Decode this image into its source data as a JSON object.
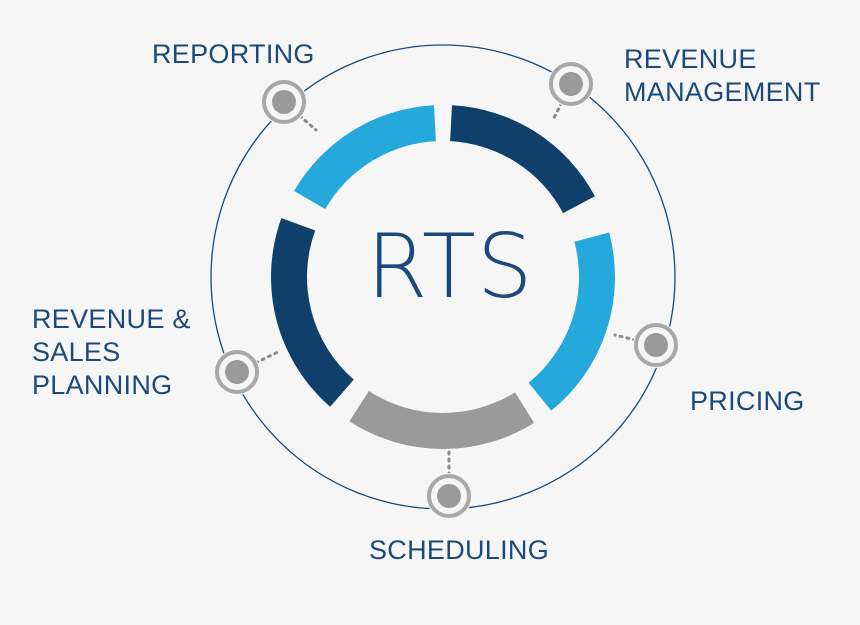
{
  "center_label": "RTS",
  "nodes": {
    "reporting": {
      "lines": [
        "REPORTING"
      ]
    },
    "revenue_management": {
      "lines": [
        "REVENUE",
        "MANAGEMENT"
      ]
    },
    "pricing": {
      "lines": [
        "PRICING"
      ]
    },
    "scheduling": {
      "lines": [
        "SCHEDULING"
      ]
    },
    "revenue_sales_planning": {
      "lines": [
        "REVENUE &",
        "SALES",
        "PLANNING"
      ]
    }
  },
  "colors": {
    "background": "#f6f6f6",
    "label": "#1b4a7a",
    "dark_blue": "#0f3f6b",
    "light_blue": "#25a8dc",
    "gray": "#9a9a9a",
    "orbit": "#1b4a7a",
    "dot_fill": "#9a9a9a",
    "dot_ring": "#a8a8a8"
  }
}
